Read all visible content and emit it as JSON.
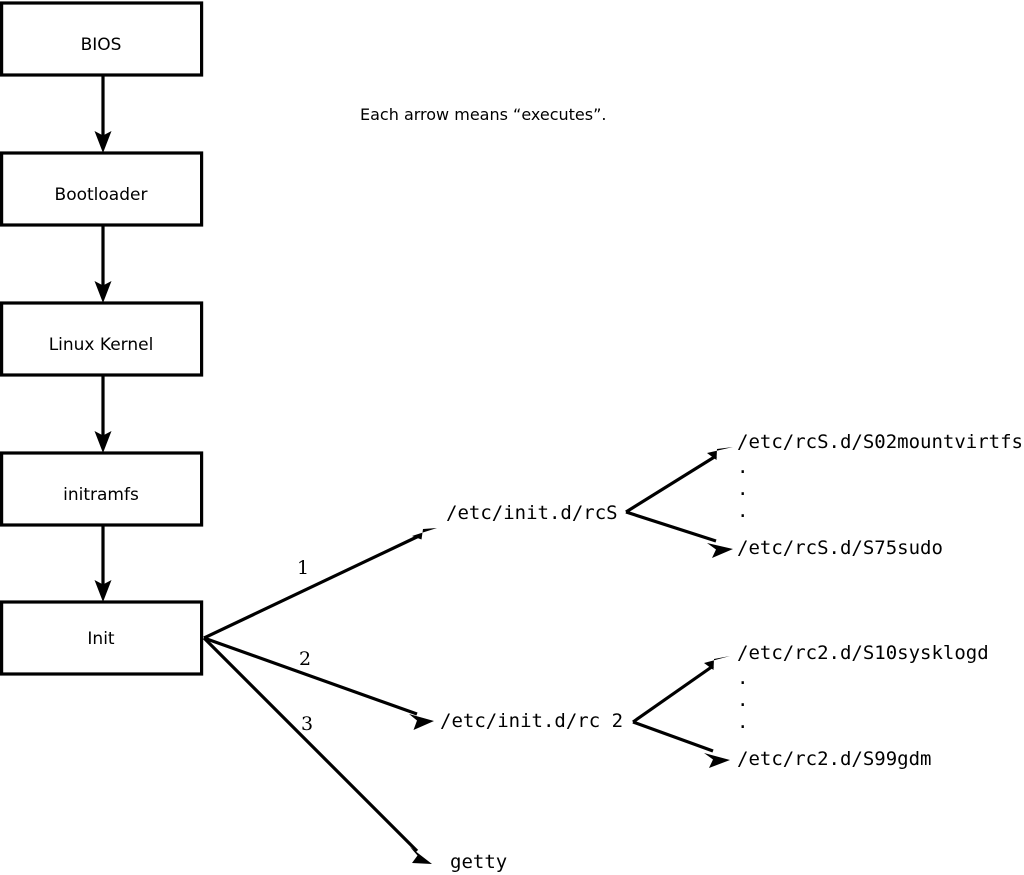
{
  "diagram": {
    "title_caption": "Each arrow means “executes”.",
    "boot_chain": [
      {
        "id": "bios",
        "label": "BIOS"
      },
      {
        "id": "bootloader",
        "label": "Bootloader"
      },
      {
        "id": "kernel",
        "label": "Linux Kernel"
      },
      {
        "id": "initramfs",
        "label": "initramfs"
      },
      {
        "id": "init",
        "label": "Init"
      }
    ],
    "branch_numbers": [
      "1",
      "2",
      "3"
    ],
    "init_targets": [
      {
        "id": "rcs",
        "label": "/etc/init.d/rcS"
      },
      {
        "id": "rc2",
        "label": "/etc/init.d/rc 2"
      },
      {
        "id": "getty",
        "label": "getty"
      }
    ],
    "rcs_scripts": {
      "first": "/etc/rcS.d/S02mountvirtfs",
      "last": "/etc/rcS.d/S75sudo",
      "ellipsis": [
        ".",
        ".",
        "."
      ]
    },
    "rc2_scripts": {
      "first": "/etc/rc2.d/S10sysklogd",
      "last": "/etc/rc2.d/S99gdm",
      "ellipsis": [
        ".",
        ".",
        "."
      ]
    },
    "colors": {
      "stroke": "#000000",
      "fill": "#ffffff",
      "text": "#000000"
    }
  }
}
